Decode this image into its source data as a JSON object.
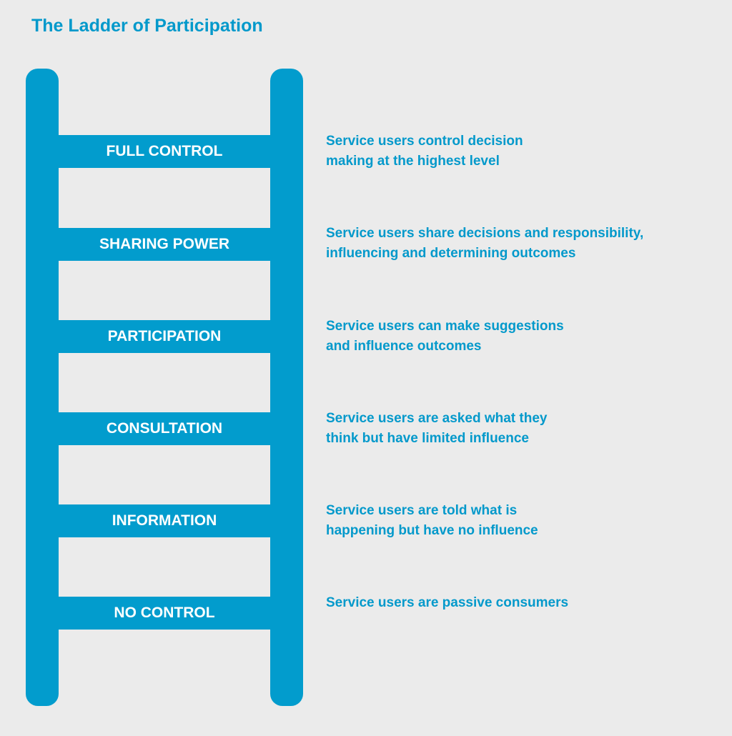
{
  "title": "The Ladder of Participation",
  "colors": {
    "background": "#ebebeb",
    "ladder": "#029ccd",
    "text_accent": "#0399cb",
    "rung_text": "#ffffff"
  },
  "rungs": [
    {
      "label": "FULL CONTROL",
      "description": [
        "Service users control decision",
        "making at the highest level"
      ]
    },
    {
      "label": "SHARING POWER",
      "description": [
        "Service users share decisions and responsibility,",
        "influencing and determining outcomes"
      ]
    },
    {
      "label": "PARTICIPATION",
      "description": [
        "Service users can make suggestions",
        "and influence outcomes"
      ]
    },
    {
      "label": "CONSULTATION",
      "description": [
        "Service users are asked what they",
        "think but have limited influence"
      ]
    },
    {
      "label": "INFORMATION",
      "description": [
        "Service users are told what is",
        "happening but have no influence"
      ]
    },
    {
      "label": "NO CONTROL",
      "description": [
        "Service users are passive consumers"
      ]
    }
  ]
}
